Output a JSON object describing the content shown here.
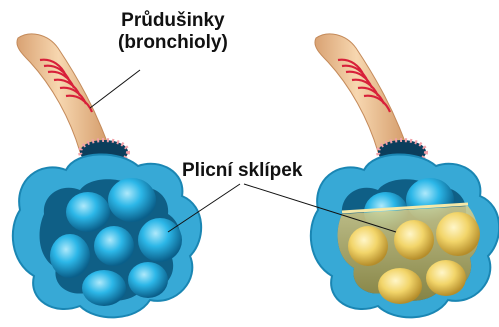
{
  "labels": {
    "bronchioles_line1": "Průdušinky",
    "bronchioles_line2": "(bronchioly)",
    "alveolus": "Plicní sklípek"
  },
  "colors": {
    "tube": "#f2c79a",
    "tube_shade": "#d9a273",
    "muscle_band": "#d8203a",
    "alveolus_outer": "#37a9d6",
    "alveolus_inner": "#0f5f86",
    "cell_blue": "#2cb7e8",
    "cell_yellow": "#f2d56a",
    "fluid": "#c9b25a",
    "leader_line": "#111111"
  },
  "icons": {
    "left": "healthy-alveolus-icon",
    "right": "fluid-filled-alveolus-icon"
  }
}
